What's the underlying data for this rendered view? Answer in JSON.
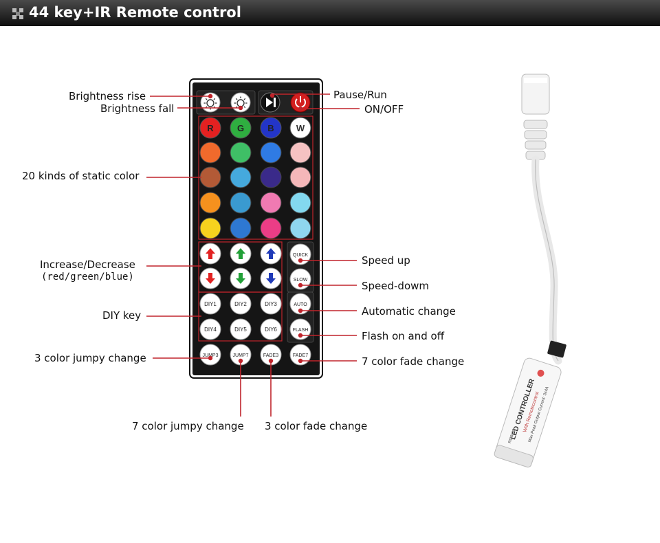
{
  "header": {
    "title": "44 key+IR Remote control"
  },
  "labels": {
    "brightness_rise": "Brightness rise",
    "brightness_fall": "Brightness fall",
    "pause_run": "Pause/Run",
    "on_off": "ON/OFF",
    "static_color": "20 kinds of static color",
    "inc_dec_1": "Increase/Decrease",
    "inc_dec_2": "(red/green/blue)",
    "speed_up": "Speed up",
    "speed_down": "Speed-dowm",
    "diy_key": "DIY key",
    "auto_change": "Automatic change",
    "flash": "Flash on and off",
    "jump3": "3 color jumpy change",
    "fade7": "7 color fade change",
    "jump7": "7 color jumpy change",
    "fade3": "3 color fade change"
  },
  "remote": {
    "rgbw": [
      "R",
      "G",
      "B",
      "W"
    ],
    "color_rows": [
      [
        "#f06a2c",
        "#3fbf66",
        "#2f7be4",
        "#f6c2c2"
      ],
      [
        "#b35a36",
        "#45a9dd",
        "#3a2a8a",
        "#f5b7b9"
      ],
      [
        "#f5911e",
        "#3a9ad0",
        "#f07ab2",
        "#83d8ef"
      ],
      [
        "#f7d21e",
        "#2e78d2",
        "#eb3d86",
        "#8fd6ef"
      ]
    ],
    "rgbw_colors": [
      "#e42121",
      "#2fae40",
      "#2335c8",
      "#ffffff"
    ],
    "arrow_colors": [
      "#e22222",
      "#22a038",
      "#1f3ab8"
    ],
    "diy": [
      "DIY1",
      "DIY2",
      "DIY3",
      "DIY4",
      "DIY5",
      "DIY6"
    ],
    "side": [
      "QUICK",
      "SLOW",
      "AUTO",
      "FLASH"
    ],
    "bottom": [
      "JUMP3",
      "JUMP7",
      "FADE3",
      "FADE7"
    ]
  },
  "controller": {
    "title": "LED CONTROLLER",
    "line2": "With Remotecontrol",
    "line3": "Max Peak Output Current: 3x4A",
    "model": "RGB-12"
  },
  "colors": {
    "leader": "#c0242b"
  }
}
